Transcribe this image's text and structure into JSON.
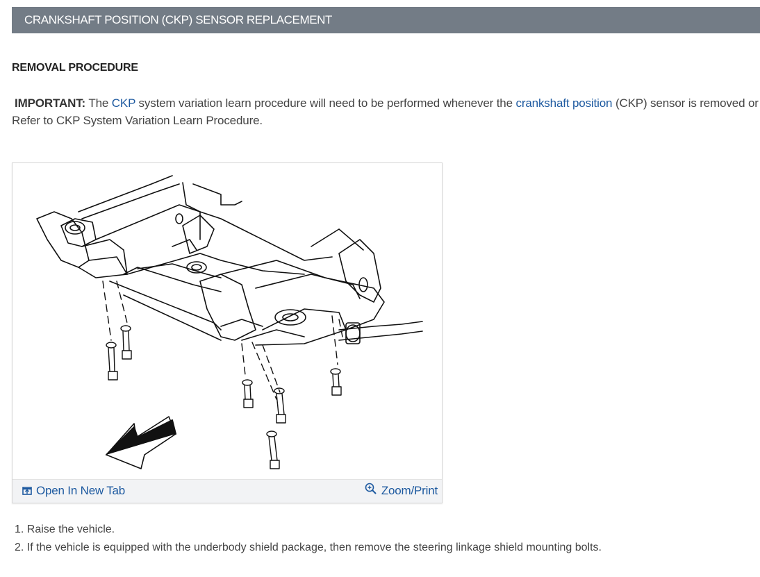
{
  "header": {
    "title": "CRANKSHAFT POSITION (CKP) SENSOR REPLACEMENT"
  },
  "section": {
    "heading": "REMOVAL PROCEDURE"
  },
  "note": {
    "label": "IMPORTANT:",
    "text_before": " The ",
    "link1": "CKP",
    "text_mid": " system variation learn procedure will need to be performed whenever the ",
    "link2": "crankshaft position",
    "text_after": " (CKP) sensor is removed or replaced.",
    "line2": "Refer to CKP System Variation Learn Procedure."
  },
  "figure": {
    "open_label": "Open In New Tab",
    "zoom_label": "Zoom/Print",
    "open_icon": "open-in-new-tab-icon",
    "zoom_icon": "zoom-in-icon"
  },
  "steps": [
    {
      "number": "1.",
      "text": "Raise the vehicle."
    },
    {
      "number": "2.",
      "text": "If the vehicle is equipped with the underbody shield package, then remove the steering linkage shield mounting bolts."
    }
  ]
}
